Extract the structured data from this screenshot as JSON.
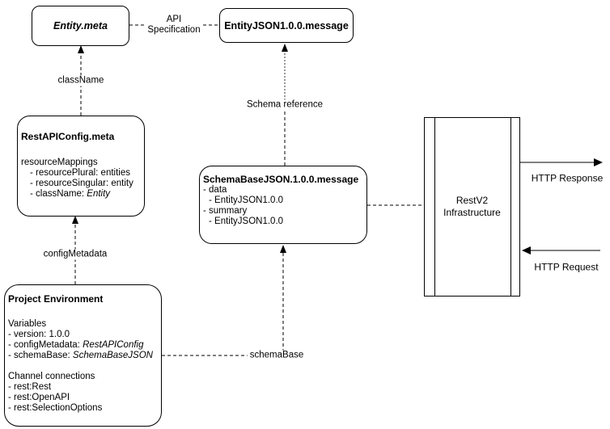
{
  "diagram": {
    "boxes": {
      "entity_meta": {
        "title": "Entity.meta"
      },
      "entity_json_message": {
        "title": "EntityJSON1.0.0.message"
      },
      "rest_api_config": {
        "title": "RestAPIConfig.meta",
        "section_header": "resourceMappings",
        "items": [
          "- resourcePlural: entities",
          "- resourceSingular: entity"
        ],
        "class_name_prefix": "- className: ",
        "class_name_value": "Entity"
      },
      "schema_base_message": {
        "title": "SchemaBaseJSON.1.0.0.message",
        "line_data": "- data",
        "line_data_item": "- EntityJSON1.0.0",
        "line_summary": "- summary",
        "line_summary_item": "- EntityJSON1.0.0"
      },
      "project_environment": {
        "title": "Project Environment",
        "variables_header": "Variables",
        "version_line": "- version: 1.0.0",
        "config_metadata_prefix": "- configMetadata: ",
        "config_metadata_value": "RestAPIConfig",
        "schema_base_prefix": "- schemaBase: ",
        "schema_base_value": "SchemaBaseJSON",
        "channels_header": "Channel connections",
        "channels": [
          "- rest:Rest",
          "- rest:OpenAPI",
          "- rest:SelectionOptions"
        ]
      },
      "rest_v2": {
        "line1": "RestV2",
        "line2": "Infrastructure"
      }
    },
    "connector_labels": {
      "api_specification_line1": "API",
      "api_specification_line2": "Specification",
      "class_name": "className",
      "config_metadata": "configMetadata",
      "schema_reference": "Schema reference",
      "schema_base": "schemaBase",
      "http_response": "HTTP Response",
      "http_request": "HTTP Request"
    },
    "colors": {
      "stroke": "#000000",
      "background": "#ffffff",
      "schema_ref_upper_dash": "#999999"
    }
  }
}
